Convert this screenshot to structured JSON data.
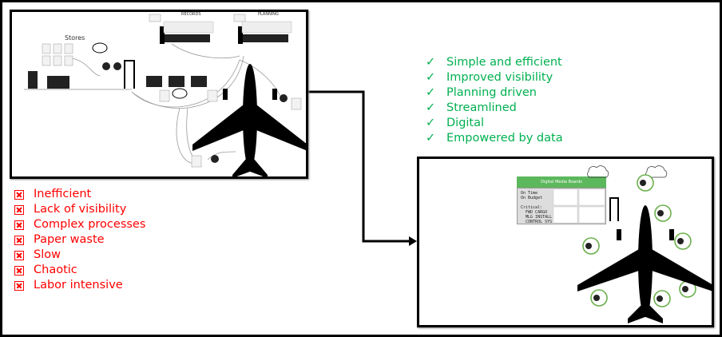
{
  "before": {
    "labels": {
      "stores": "Stores",
      "records": "RECORDS",
      "planning": "PLANNING"
    },
    "problems": [
      "Inefficient",
      "Lack of visibility",
      "Complex processes",
      "Paper waste",
      "Slow",
      "Chaotic",
      "Labor intensive"
    ]
  },
  "after": {
    "board_title": "Digital Media Boards",
    "board_text": "On Time\nOn Budget\n\nCritical:\n  FWD CARGO\n  MLG INSTALL\n  CONTROL SYS",
    "benefits": [
      "Simple and efficient",
      "Improved visibility",
      "Planning driven",
      "Streamlined",
      "Digital",
      "Empowered by data"
    ]
  },
  "colors": {
    "good": "#00b050",
    "bad": "#ff0000",
    "circle": "#6ab04c"
  }
}
